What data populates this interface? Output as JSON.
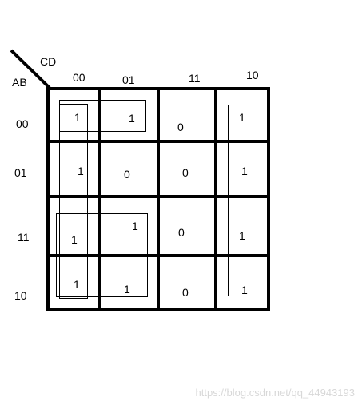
{
  "kmap": {
    "row_var_label": "AB",
    "col_var_label": "CD",
    "col_headers": [
      "00",
      "01",
      "11",
      "10"
    ],
    "row_headers": [
      "00",
      "01",
      "11",
      "10"
    ],
    "cells": [
      [
        "1",
        "1",
        "0",
        "1"
      ],
      [
        "1",
        "0",
        "0",
        "1"
      ],
      [
        "1",
        "1",
        "0",
        "1"
      ],
      [
        "1",
        "1",
        "0",
        "1"
      ]
    ]
  },
  "watermark": "https://blog.csdn.net/qq_44943193"
}
